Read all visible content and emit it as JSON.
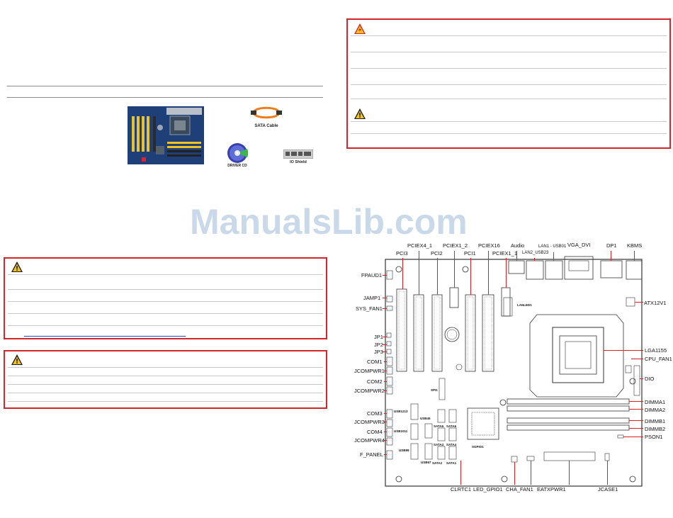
{
  "package": {
    "sata_cable_label": "SATA Cable",
    "driver_cd_label": "DRIVER CD",
    "io_shield_label": "IO Shield"
  },
  "watermark": "ManualsLib.com",
  "board": {
    "labels": {
      "pci3": "PCI3",
      "pciex4_1": "PCIEX4_1",
      "pci2": "PCI2",
      "pciex1_2": "PCIEX1_2",
      "pci1": "PCI1",
      "pciex16": "PCIEX16",
      "pciex1_1": "PCIEX1_1",
      "audio": "Audio",
      "lan2_usb23": "LAN2_USB23",
      "lan1_usb01": "LAN1 - USB01",
      "vga_dvi": "VGA_DVI",
      "dp1": "DP1",
      "kbms": "KBMS",
      "fpaud1": "FPAUD1",
      "jamp1": "JAMP1",
      "sys_fan1": "SYS_FAN1",
      "jp1": "JP1",
      "jp2": "JP2",
      "jp3": "JP3",
      "com1": "COM1",
      "jcompwr1": "JCOMPWR1",
      "com2": "COM2",
      "jcompwr2": "JCOMPWR2",
      "com3": "COM3",
      "jcompwr3": "JCOMPWR3",
      "com4": "COM4",
      "jcompwr4": "JCOMPWR4",
      "f_panel": "F_PANEL",
      "atx12v1": "ATX12V1",
      "lga1155": "LGA1155",
      "cpu_fan1": "CPU_FAN1",
      "dio": "DIO",
      "dimma1": "DIMMA1",
      "dimma2": "DIMMA2",
      "dimmb1": "DIMMB1",
      "dimmb2": "DIMMB2",
      "pson1": "PSON1",
      "clrtc1": "CLRTC1",
      "led_gpio1": "LED_GPIO1",
      "cha_fan1": "CHA_FAN1",
      "eatxpwr1": "EATXPWR1",
      "jcase1": "JCASE1"
    },
    "inner_labels": {
      "lanled1": "LANLED1",
      "spi1": "SPI1",
      "usb1213": "USB1213",
      "usb45": "USB45",
      "usb1011": "USB1011",
      "usb89": "USB89",
      "usb67": "USB67",
      "sata5": "SATA5",
      "sata6": "SATA6",
      "sata3": "SATA3",
      "sata4": "SATA4",
      "sata1": "SATA1",
      "sata2": "SATA2",
      "sgpio1": "SGPIO1"
    }
  },
  "colors": {
    "warning_border": "#d4262a",
    "watermark": "#c9d9ea",
    "leader": "#e02020",
    "board_photo": "#1d3d72"
  }
}
